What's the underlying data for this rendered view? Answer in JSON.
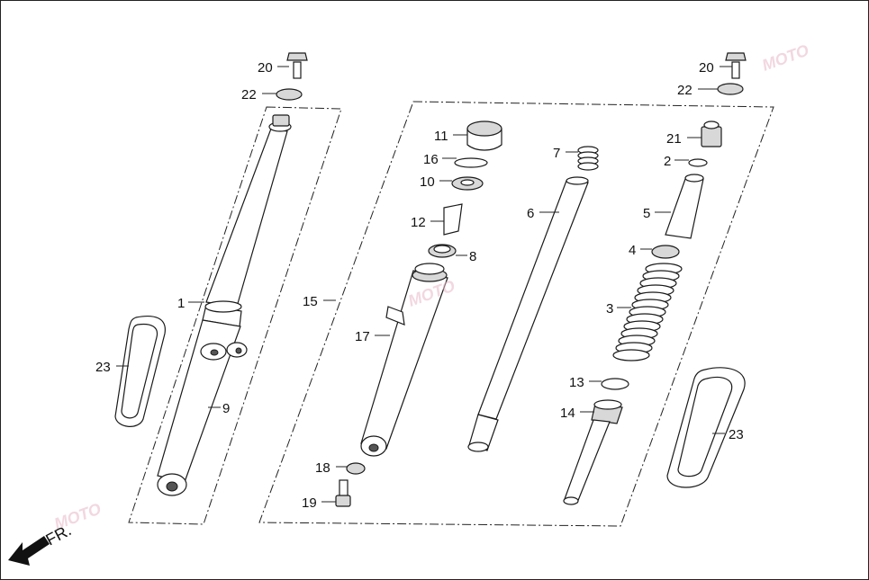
{
  "callouts": {
    "p1": "1",
    "p2": "2",
    "p3": "3",
    "p4": "4",
    "p5": "5",
    "p6": "6",
    "p7": "7",
    "p8": "8",
    "p9": "9",
    "p10": "10",
    "p11": "11",
    "p12": "12",
    "p13": "13",
    "p14": "14",
    "p15": "15",
    "p16": "16",
    "p17": "17",
    "p18": "18",
    "p19": "19",
    "p20a": "20",
    "p20b": "20",
    "p21": "21",
    "p22a": "22",
    "p22b": "22",
    "p23a": "23",
    "p23b": "23"
  },
  "direction_label": "FR.",
  "watermark": "MOTO",
  "colors": {
    "line": "#1a1a1a",
    "shade": "#d8d8d8",
    "watermark": "#e8b8c8"
  }
}
